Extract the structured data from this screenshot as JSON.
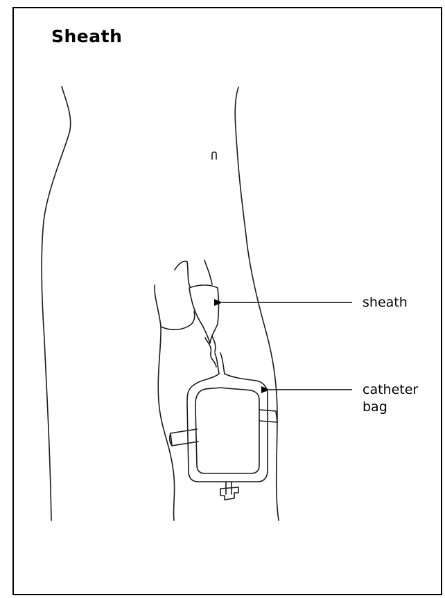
{
  "title": "Sheath",
  "labels": {
    "sheath": "sheath",
    "catheter_bag": "catheter bag"
  },
  "colors": {
    "line": "#1a1a1a",
    "border": "#000000",
    "background": "#ffffff"
  }
}
